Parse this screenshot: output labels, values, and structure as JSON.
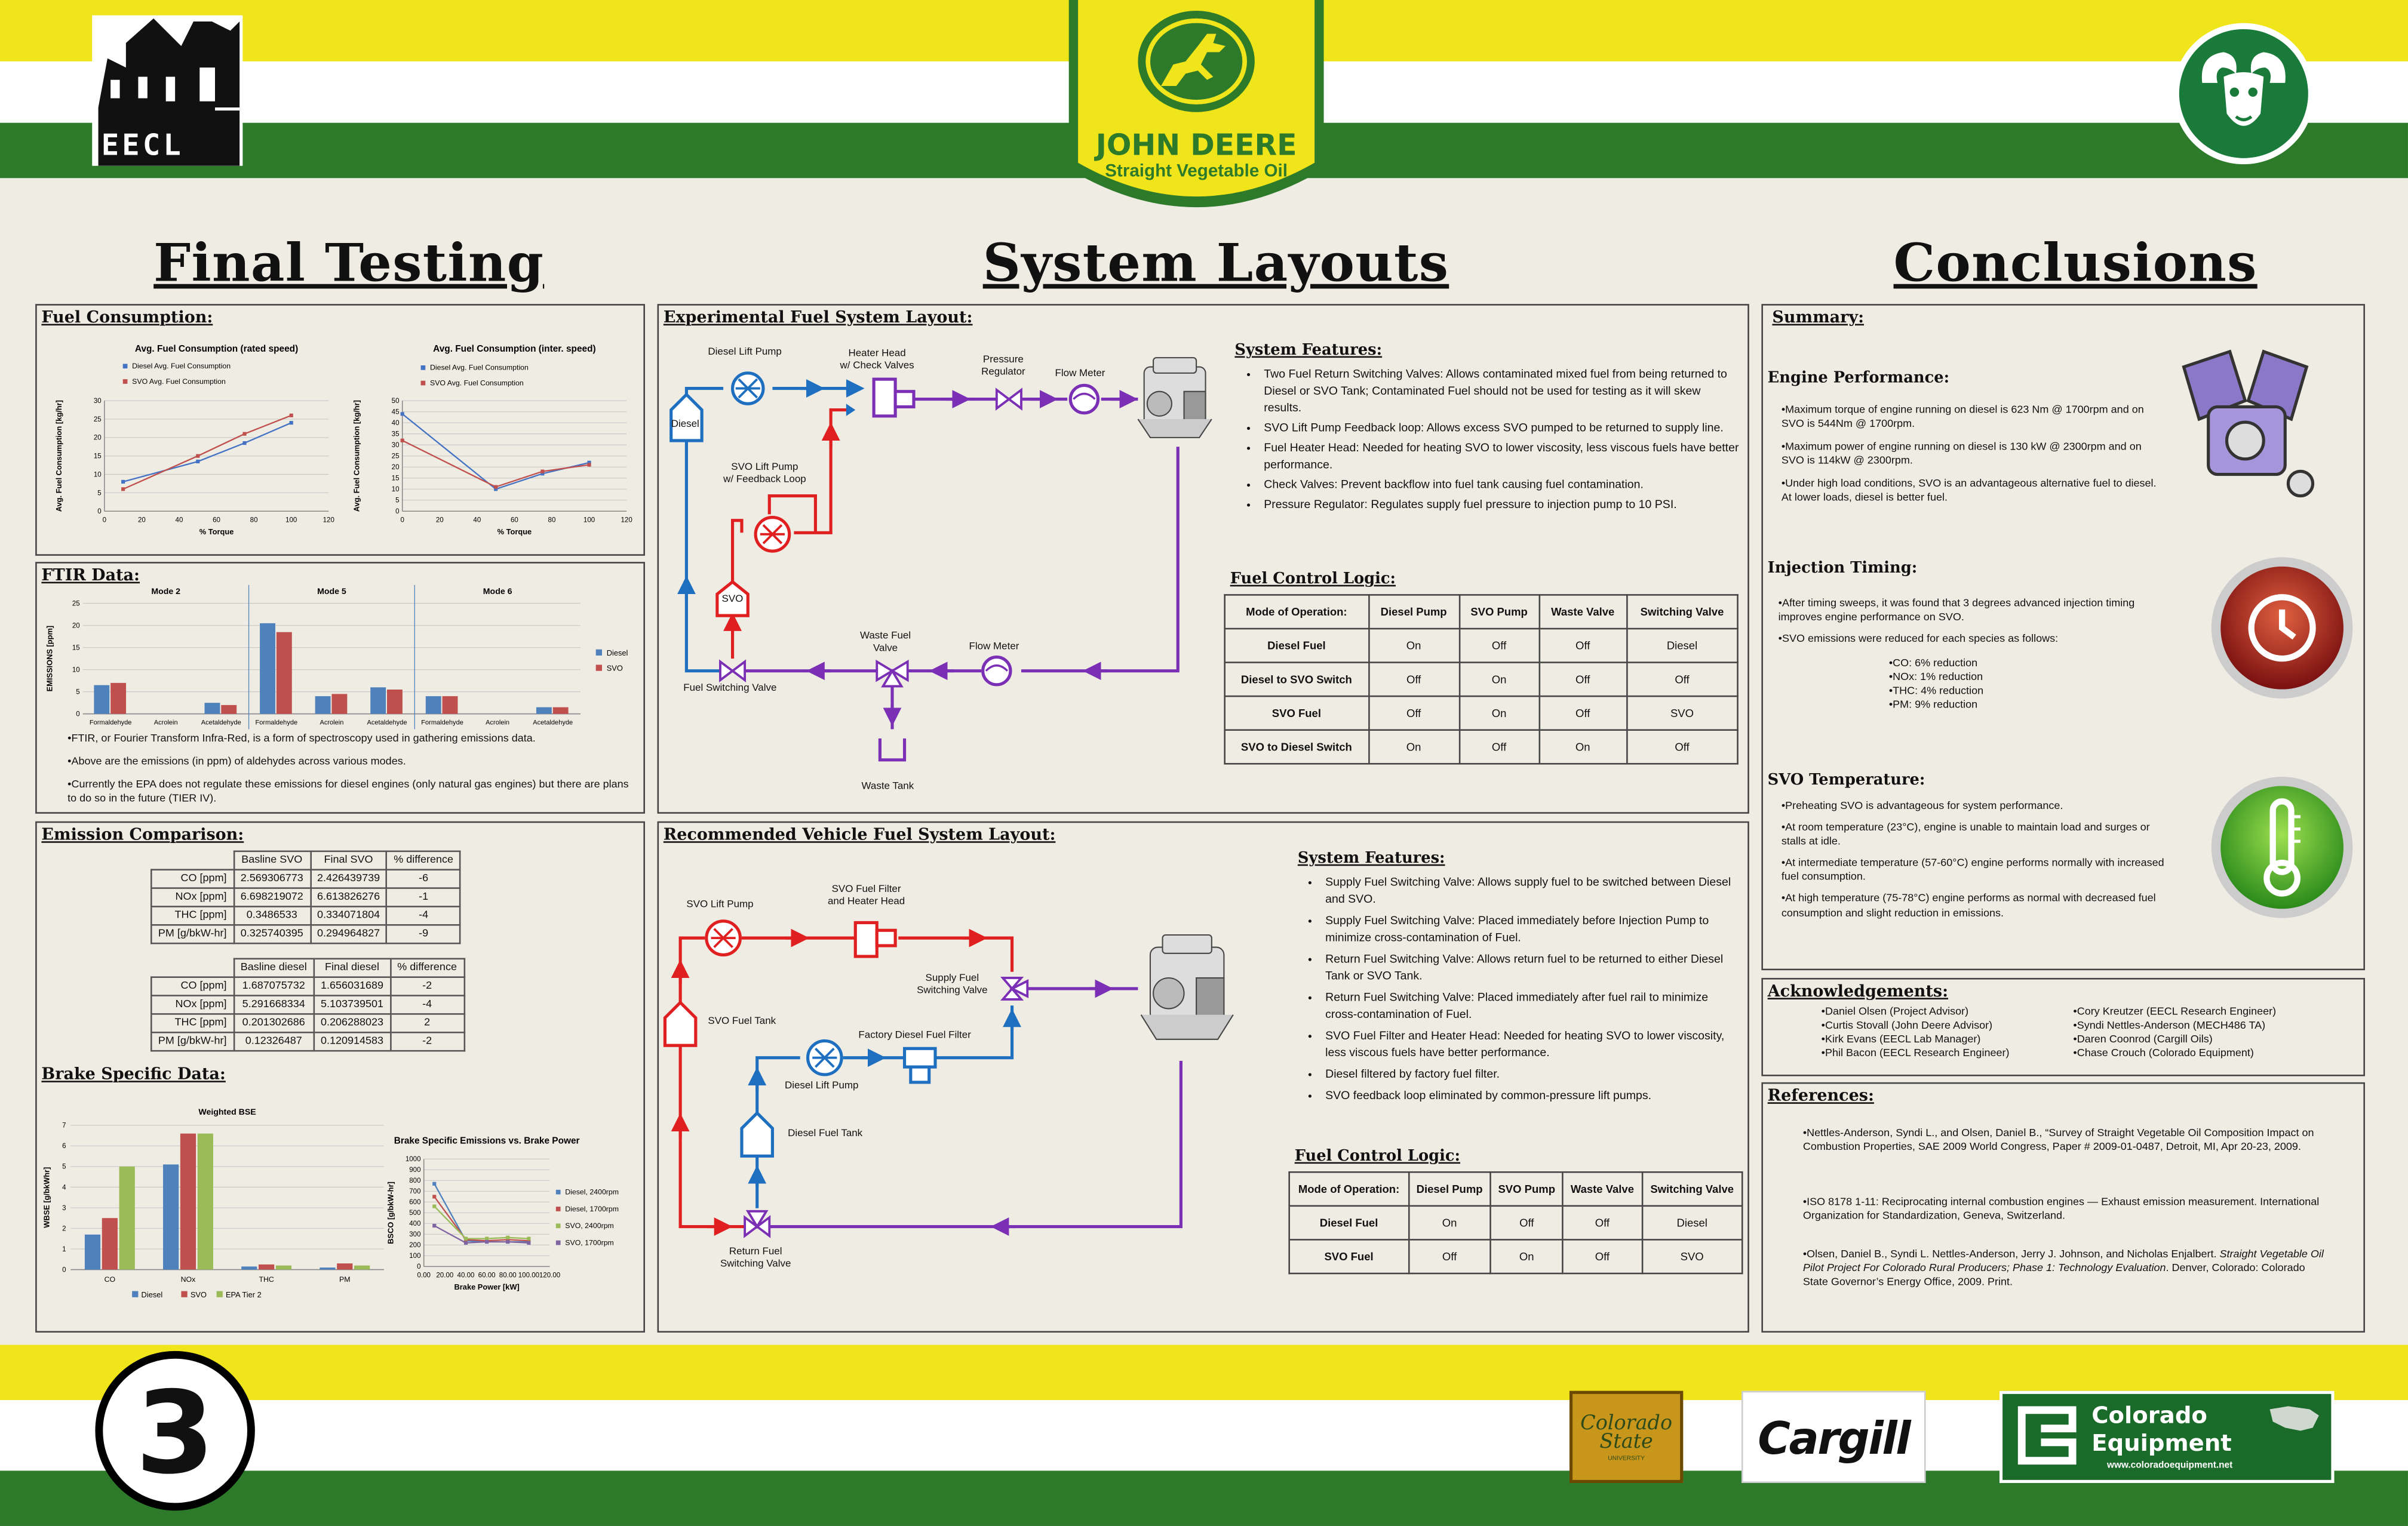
{
  "header": {
    "logo_left_text": "EECL",
    "jd_brand": "JOHN DEERE",
    "jd_subtitle": "Straight Vegetable Oil",
    "page_number": "3"
  },
  "sections": {
    "final_testing": "Final Testing",
    "system_layouts": "System Layouts",
    "conclusions": "Conclusions"
  },
  "fuel_consumption": {
    "title": "Fuel Consumption:"
  },
  "ftir": {
    "title": "FTIR Data:",
    "notes": [
      "•FTIR, or Fourier Transform Infra-Red, is a form of spectroscopy used in gathering emissions data.",
      "•Above are the emissions (in ppm) of aldehydes across various modes.",
      "•Currently the EPA does not regulate these emissions for diesel engines (only natural gas engines) but there are plans to do so in the future (TIER IV)."
    ]
  },
  "emission_comparison": {
    "title": "Emission Comparison:",
    "svo_headers": [
      "",
      "Basline SVO",
      "Final SVO",
      "% difference"
    ],
    "svo_rows": [
      [
        "CO [ppm]",
        "2.569306773",
        "2.426439739",
        "-6"
      ],
      [
        "NOx [ppm]",
        "6.698219072",
        "6.613826276",
        "-1"
      ],
      [
        "THC [ppm]",
        "0.3486533",
        "0.334071804",
        "-4"
      ],
      [
        "PM [g/bkW-hr]",
        "0.325740395",
        "0.294964827",
        "-9"
      ]
    ],
    "diesel_headers": [
      "",
      "Basline diesel",
      "Final diesel",
      "% difference"
    ],
    "diesel_rows": [
      [
        "CO [ppm]",
        "1.687075732",
        "1.656031689",
        "-2"
      ],
      [
        "NOx [ppm]",
        "5.291668334",
        "5.103739501",
        "-4"
      ],
      [
        "THC [ppm]",
        "0.201302686",
        "0.206288023",
        "2"
      ],
      [
        "PM [g/bkW-hr]",
        "0.12326487",
        "0.120914583",
        "-2"
      ]
    ]
  },
  "brake_specific": {
    "title": "Brake Specific Data:"
  },
  "chart_data": [
    {
      "type": "scatter",
      "title": "Avg. Fuel Consumption (rated speed)",
      "xlabel": "% Torque",
      "ylabel": "Avg. Fuel Consumption [kg/hr]",
      "xlim": [
        0,
        120
      ],
      "ylim": [
        0,
        30
      ],
      "xticks": [
        "0",
        "20",
        "40",
        "60",
        "80",
        "100",
        "120"
      ],
      "yticks": [
        "0",
        "5",
        "10",
        "15",
        "20",
        "25",
        "30"
      ],
      "series": [
        {
          "name": "Diesel Avg. Fuel Consumption",
          "color": "#4472c4",
          "x": [
            10,
            50,
            75,
            100
          ],
          "y": [
            8,
            13.5,
            18.5,
            24
          ]
        },
        {
          "name": "SVO Avg. Fuel Consumption",
          "color": "#c0504d",
          "x": [
            10,
            50,
            75,
            100
          ],
          "y": [
            6,
            15,
            21,
            26
          ]
        }
      ]
    },
    {
      "type": "scatter",
      "title": "Avg. Fuel Consumption (inter. speed)",
      "xlabel": "% Torque",
      "ylabel": "Avg. Fuel Consumption [kg/hr]",
      "xlim": [
        0,
        120
      ],
      "ylim": [
        0,
        50
      ],
      "xticks": [
        "0",
        "20",
        "40",
        "60",
        "80",
        "100",
        "120"
      ],
      "yticks": [
        "0",
        "5",
        "10",
        "15",
        "20",
        "25",
        "30",
        "35",
        "40",
        "45",
        "50"
      ],
      "series": [
        {
          "name": "Diesel Avg. Fuel Consumption",
          "color": "#4472c4",
          "x": [
            0,
            50,
            75,
            100
          ],
          "y": [
            44,
            10,
            17,
            22
          ]
        },
        {
          "name": "SVO Avg. Fuel Consumption",
          "color": "#c0504d",
          "x": [
            0,
            50,
            75,
            100
          ],
          "y": [
            32,
            11,
            18,
            21
          ]
        }
      ]
    },
    {
      "type": "bar",
      "ylabel": "EMISSIONS [ppm]",
      "ylim": [
        0,
        25
      ],
      "yticks": [
        "0",
        "5",
        "10",
        "15",
        "20",
        "25"
      ],
      "groups": [
        "Mode 2",
        "Mode 5",
        "Mode 6"
      ],
      "categories": [
        "Formaldehyde",
        "Acrolein",
        "Acetaldehyde",
        "Formaldehyde",
        "Acrolein",
        "Acetaldehyde",
        "Formaldehyde",
        "Acrolein",
        "Acetaldehyde"
      ],
      "series": [
        {
          "name": "Diesel",
          "color": "#4f81bd",
          "values": [
            6.5,
            0,
            2.5,
            20.5,
            4,
            6,
            4,
            0,
            1.5
          ]
        },
        {
          "name": "SVO",
          "color": "#c0504d",
          "values": [
            7,
            0,
            2,
            18.5,
            4.5,
            5.5,
            4,
            0,
            1.5
          ]
        }
      ]
    },
    {
      "type": "bar",
      "title": "Weighted BSE",
      "ylabel": "WBSE [g/bkWhr]",
      "ylim": [
        0,
        7
      ],
      "yticks": [
        "0",
        "1",
        "2",
        "3",
        "4",
        "5",
        "6",
        "7"
      ],
      "categories": [
        "CO",
        "NOx",
        "THC",
        "PM"
      ],
      "series": [
        {
          "name": "Diesel",
          "color": "#4f81bd",
          "values": [
            1.7,
            5.1,
            0.15,
            0.1
          ]
        },
        {
          "name": "SVO",
          "color": "#c0504d",
          "values": [
            2.5,
            6.6,
            0.25,
            0.3
          ]
        },
        {
          "name": "EPA Tier 2",
          "color": "#9bbb59",
          "values": [
            5.0,
            6.6,
            0.2,
            0.2
          ]
        }
      ]
    },
    {
      "type": "line",
      "title": "Brake Specific Emissions vs. Brake Power",
      "xlabel": "Brake Power [kW]",
      "ylabel": "BSCO [g/bkW-hr]",
      "xlim": [
        0,
        120
      ],
      "ylim": [
        0,
        1000
      ],
      "xticks": [
        "0.00",
        "20.00",
        "40.00",
        "60.00",
        "80.00",
        "100.00",
        "120.00"
      ],
      "yticks": [
        "0",
        "100",
        "200",
        "300",
        "400",
        "500",
        "600",
        "700",
        "800",
        "900",
        "1000"
      ],
      "series": [
        {
          "name": "Diesel, 2400rpm",
          "color": "#4f81bd",
          "x": [
            10,
            40,
            60,
            80,
            100
          ],
          "y": [
            770,
            240,
            230,
            230,
            230
          ]
        },
        {
          "name": "Diesel, 1700rpm",
          "color": "#c0504d",
          "x": [
            10,
            40,
            60,
            80,
            100
          ],
          "y": [
            650,
            250,
            240,
            250,
            240
          ]
        },
        {
          "name": "SVO, 2400rpm",
          "color": "#9bbb59",
          "x": [
            10,
            40,
            60,
            80,
            100
          ],
          "y": [
            560,
            260,
            260,
            270,
            260
          ]
        },
        {
          "name": "SVO, 1700rpm",
          "color": "#8064a2",
          "x": [
            10,
            40,
            60,
            80,
            100
          ],
          "y": [
            380,
            220,
            230,
            230,
            220
          ]
        }
      ]
    }
  ],
  "experimental_layout": {
    "title": "Experimental Fuel System Layout:",
    "labels": {
      "diesel_lift_pump": "Diesel Lift Pump",
      "heater_head": "Heater Head\nw/ Check Valves",
      "pressure_regulator": "Pressure\nRegulator",
      "flow_meter_top": "Flow Meter",
      "diesel_tank": "Diesel",
      "svo_lift_pump": "SVO Lift Pump\nw/ Feedback Loop",
      "svo_tank": "SVO",
      "waste_fuel_valve": "Waste Fuel\nValve",
      "flow_meter_bottom": "Flow Meter",
      "fuel_switching_valve": "Fuel Switching Valve",
      "waste_tank": "Waste Tank"
    },
    "features_title": "System Features:",
    "features": [
      "Two Fuel Return Switching Valves: Allows contaminated mixed fuel from being returned to Diesel or SVO Tank; Contaminated Fuel should not be used for testing as it will skew results.",
      "SVO Lift Pump Feedback loop: Allows excess SVO pumped to be returned to supply line.",
      "Fuel Heater Head: Needed for heating SVO to lower viscosity, less viscous fuels have better performance.",
      "Check Valves: Prevent backflow into fuel tank causing fuel contamination.",
      "Pressure Regulator: Regulates supply fuel pressure to injection pump to 10 PSI."
    ],
    "logic_title": "Fuel Control Logic:",
    "logic_headers": [
      "Mode of Operation:",
      "Diesel Pump",
      "SVO Pump",
      "Waste Valve",
      "Switching Valve"
    ],
    "logic_rows": [
      [
        "Diesel Fuel",
        "On",
        "Off",
        "Off",
        "Diesel"
      ],
      [
        "Diesel to SVO Switch",
        "Off",
        "On",
        "Off",
        "Off"
      ],
      [
        "SVO Fuel",
        "Off",
        "On",
        "Off",
        "SVO"
      ],
      [
        "SVO to Diesel Switch",
        "On",
        "Off",
        "On",
        "Off"
      ]
    ]
  },
  "recommended_layout": {
    "title": "Recommended Vehicle Fuel System Layout:",
    "labels": {
      "svo_lift_pump": "SVO Lift Pump",
      "svo_filter": "SVO Fuel Filter\nand Heater Head",
      "supply_valve": "Supply Fuel\nSwitching Valve",
      "svo_tank": "SVO Fuel Tank",
      "factory_filter": "Factory Diesel Fuel Filter",
      "diesel_lift_pump": "Diesel Lift Pump",
      "diesel_tank": "Diesel Fuel Tank",
      "return_valve": "Return Fuel\nSwitching Valve"
    },
    "features_title": "System Features:",
    "features": [
      "Supply Fuel Switching Valve: Allows supply fuel to be switched between Diesel and SVO.",
      "Supply Fuel Switching Valve: Placed immediately before Injection Pump to minimize cross-contamination of Fuel.",
      "Return Fuel Switching Valve: Allows return fuel to be returned to either Diesel Tank or SVO Tank.",
      "Return Fuel Switching Valve: Placed immediately after fuel rail to minimize cross-contamination of Fuel.",
      "SVO Fuel Filter and Heater Head: Needed for heating SVO to lower viscosity, less viscous fuels have better performance.",
      "Diesel filtered by factory fuel filter.",
      "SVO feedback loop eliminated by common-pressure lift pumps."
    ],
    "logic_title": "Fuel Control Logic:",
    "logic_headers": [
      "Mode of Operation:",
      "Diesel Pump",
      "SVO Pump",
      "Waste Valve",
      "Switching Valve"
    ],
    "logic_rows": [
      [
        "Diesel Fuel",
        "On",
        "Off",
        "Off",
        "Diesel"
      ],
      [
        "SVO Fuel",
        "Off",
        "On",
        "Off",
        "SVO"
      ]
    ]
  },
  "conclusions": {
    "summary_title": "Summary:",
    "engine_title": "Engine Performance:",
    "engine_items": [
      "•Maximum torque of engine running on diesel is 623 Nm @ 1700rpm and on SVO is 544Nm @ 1700rpm.",
      "•Maximum power of engine running on diesel is 130 kW @ 2300rpm and on SVO is 114kW @ 2300rpm.",
      "•Under high load conditions, SVO is an advantageous alternative fuel to diesel. At lower loads, diesel is better fuel."
    ],
    "injection_title": "Injection Timing:",
    "injection_items": [
      "•After timing sweeps, it was found that 3 degrees advanced injection timing improves engine performance on SVO.",
      "•SVO emissions were reduced for each species as follows:"
    ],
    "reductions": [
      "•CO: 6% reduction",
      "•NOx: 1% reduction",
      "•THC:  4% reduction",
      "•PM: 9% reduction"
    ],
    "svo_temp_title": "SVO Temperature:",
    "svo_temp_items": [
      "•Preheating SVO is advantageous for system performance.",
      "•At room temperature (23°C), engine is unable to maintain load and surges or stalls at idle.",
      "•At intermediate temperature (57-60°C) engine performs normally with increased fuel consumption.",
      "•At high temperature (75-78°C) engine performs as normal with decreased fuel consumption and slight reduction in emissions."
    ]
  },
  "acknowledgements": {
    "title": "Acknowledgements:",
    "left": [
      "•Daniel Olsen (Project Advisor)",
      "•Curtis Stovall (John Deere  Advisor)",
      "•Kirk Evans (EECL Lab Manager)",
      "•Phil Bacon (EECL Research Engineer)"
    ],
    "right": [
      "•Cory Kreutzer (EECL Research Engineer)",
      "•Syndi Nettles-Anderson (MECH486 TA)",
      "•Daren Coonrod (Cargill Oils)",
      "•Chase Crouch (Colorado Equipment)"
    ]
  },
  "references": {
    "title": "References:",
    "items": [
      "•Nettles-Anderson, Syndi L., and Olsen, Daniel B., “Survey of Straight Vegetable Oil Composition Impact on Combustion Properties, SAE 2009 World Congress, Paper # 2009-01-0487, Detroit, MI, Apr 20-23, 2009.",
      "•ISO 8178 1-11: Reciprocating internal combustion engines — Exhaust emission measurement.  International Organization for Standardization, Geneva, Switzerland."
    ],
    "olsen_plain": "•Olsen, Daniel B., Syndi L. Nettles-Anderson, Jerry J. Johnson, and Nicholas Enjalbert. ",
    "olsen_italic": "Straight Vegetable Oil Pilot Project For Colorado Rural Producers; Phase 1: Technology Evaluation",
    "olsen_end": ". Denver, Colorado: Colorado State Governor’s Energy Office, 2009. Print."
  },
  "footer": {
    "csu": "Colorado State",
    "csu_small": "UNIVERSITY",
    "cargill": "Cargill",
    "ce_line1": "Colorado",
    "ce_line2": "Equipment",
    "ce_url": "www.coloradoequipment.net"
  }
}
